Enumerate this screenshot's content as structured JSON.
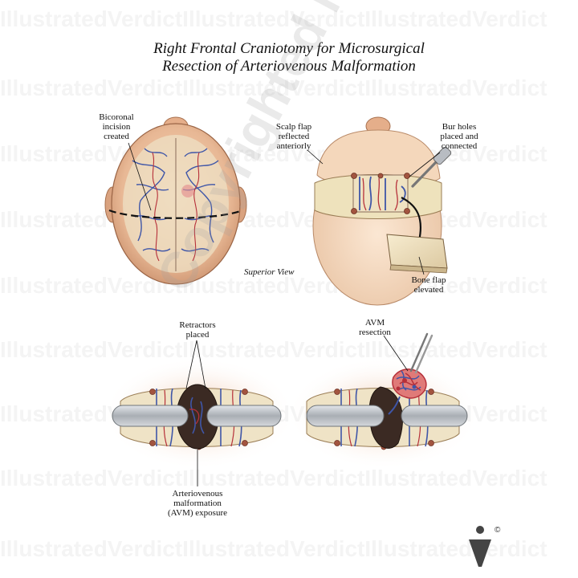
{
  "title": {
    "line1": "Right Frontal Craniotomy for Microsurgical",
    "line2": "Resection of Arteriovenous Malformation"
  },
  "panels": {
    "top_left": {
      "label_1": "Bicoronal",
      "label_2": "incision",
      "label_3": "created"
    },
    "top_right": {
      "scalp_1": "Scalp flap",
      "scalp_2": "reflected",
      "scalp_3": "anteriorly",
      "bur_1": "Bur holes",
      "bur_2": "placed and",
      "bur_3": "connected",
      "bone_1": "Bone flap",
      "bone_2": "elevated"
    },
    "view_label": "Superior View",
    "bottom_left": {
      "retract_1": "Retractors",
      "retract_2": "placed",
      "avm_1": "Arteriovenous",
      "avm_2": "malformation",
      "avm_3": "(AVM) exposure"
    },
    "bottom_right": {
      "res_1": "AVM",
      "res_2": "resection"
    }
  },
  "watermark": {
    "text": "IllustratedVerdictIllustratedVerdictIllustratedVerdict",
    "diagonal": "Copyrighted Material"
  },
  "logo": {
    "copyright": "©"
  },
  "colors": {
    "skin": "#e8b895",
    "skin_dark": "#c98f6b",
    "brain": "#efe3c6",
    "vessel_red": "#b6303a",
    "vessel_blue": "#3f56a8",
    "bone": "#f0e3c2",
    "retractor": "#b8bcc2",
    "avm_dark": "#3b2a23"
  }
}
